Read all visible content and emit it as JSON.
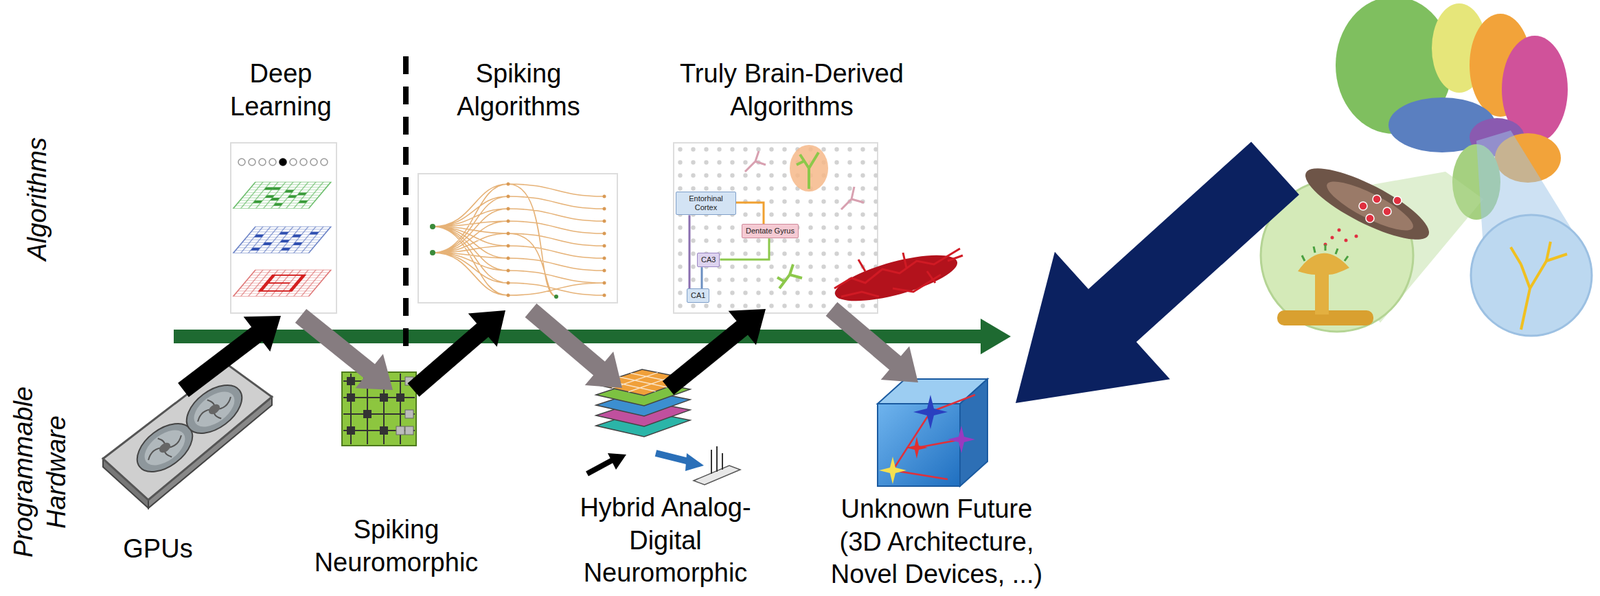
{
  "diagram": {
    "nodes": [
      {
        "text": [
          "GPUs"
        ]
      },
      {
        "text": [
          "Deep Learning"
        ]
      },
      {
        "text": [
          "Spiking Neuromorphic"
        ]
      },
      {
        "text": [
          "Spiking Algorithms"
        ]
      },
      {
        "text": [
          "Hybrid Analog-Digital Neuromorphic"
        ]
      },
      {
        "text": [
          "Truly Brain-Derived Algorithms"
        ]
      },
      {
        "text": [
          "Entorhinal Cortex"
        ],
        "in": 5
      },
      {
        "text": [
          "Dentate Gyrus"
        ],
        "in": 5
      },
      {
        "text": [
          "CA3"
        ],
        "in": 5
      },
      {
        "text": [
          "CA1"
        ],
        "in": 5
      },
      {
        "text": [
          "Unknown Future (3D Architecture, Novel Devices, ...)"
        ]
      }
    ],
    "edges": [
      {
        "from": 0,
        "to": 1,
        "arrow": "to"
      },
      {
        "from": 1,
        "to": 2,
        "arrow": "to"
      },
      {
        "from": 2,
        "to": 3,
        "arrow": "to"
      },
      {
        "from": 3,
        "to": 4,
        "arrow": "to"
      },
      {
        "from": 4,
        "to": 5,
        "arrow": "to"
      },
      {
        "from": 5,
        "to": 10,
        "arrow": "to"
      },
      {
        "from": 6,
        "to": 9,
        "arrow": "none"
      },
      {
        "from": 6,
        "to": 7,
        "arrow": "none"
      },
      {
        "from": 7,
        "to": 8,
        "arrow": "none"
      },
      {
        "from": 8,
        "to": 9,
        "arrow": "none"
      }
    ],
    "labels": [
      "Algorithms",
      "Programmable Hardware"
    ]
  }
}
